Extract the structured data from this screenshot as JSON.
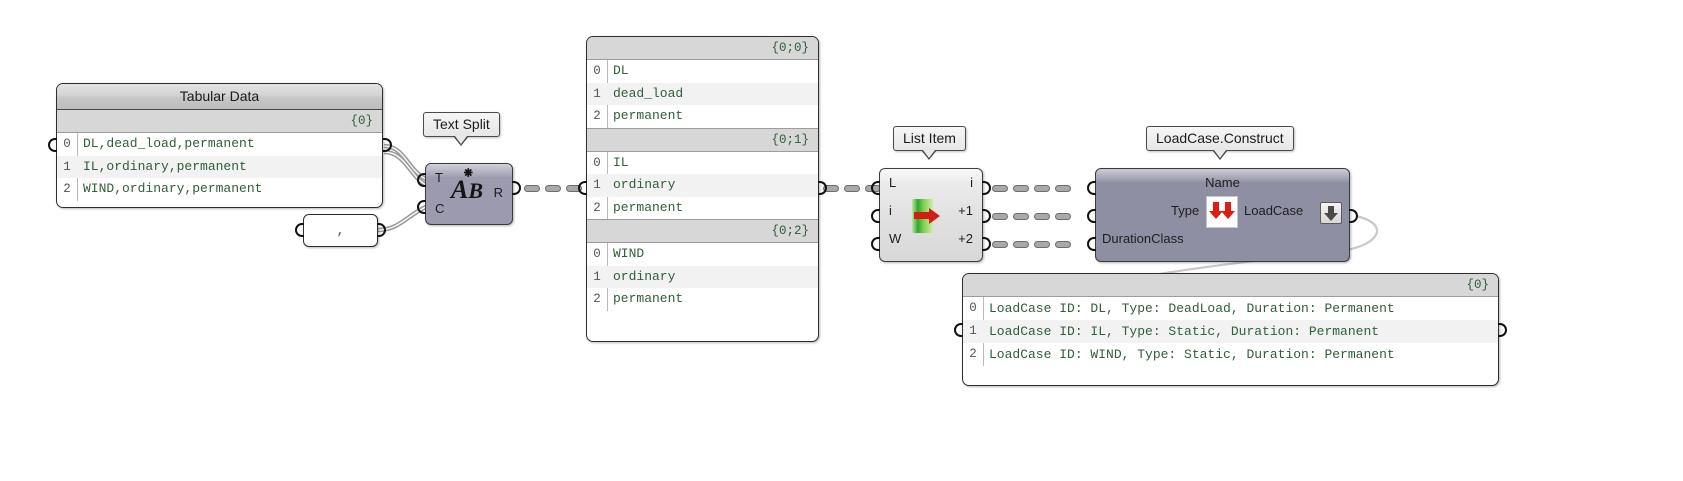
{
  "app": {
    "title": "Grasshopper canvas"
  },
  "nodes": {
    "tabular_data": {
      "title": "Tabular Data",
      "path": "{0}",
      "rows": [
        {
          "index": "0",
          "value": "DL,dead_load,permanent"
        },
        {
          "index": "1",
          "value": "IL,ordinary,permanent"
        },
        {
          "index": "2",
          "value": "WIND,ordinary,permanent"
        }
      ]
    },
    "separator_panel": {
      "value": ","
    },
    "text_split": {
      "label": "Text Split",
      "icon": "ab-text-icon",
      "inputs": [
        {
          "name": "T"
        },
        {
          "name": "C"
        }
      ],
      "outputs": [
        {
          "name": "R"
        }
      ]
    },
    "split_result_panel": {
      "branches": [
        {
          "path": "{0;0}",
          "rows": [
            {
              "index": "0",
              "value": "DL"
            },
            {
              "index": "1",
              "value": "dead_load"
            },
            {
              "index": "2",
              "value": "permanent"
            }
          ]
        },
        {
          "path": "{0;1}",
          "rows": [
            {
              "index": "0",
              "value": "IL"
            },
            {
              "index": "1",
              "value": "ordinary"
            },
            {
              "index": "2",
              "value": "permanent"
            }
          ]
        },
        {
          "path": "{0;2}",
          "rows": [
            {
              "index": "0",
              "value": "WIND"
            },
            {
              "index": "1",
              "value": "ordinary"
            },
            {
              "index": "2",
              "value": "permanent"
            }
          ]
        }
      ]
    },
    "list_item": {
      "label": "List Item",
      "icon": "list-item-icon",
      "inputs": [
        {
          "name": "L"
        },
        {
          "name": "i"
        },
        {
          "name": "W"
        }
      ],
      "outputs": [
        {
          "name": "i"
        },
        {
          "name": "+1"
        },
        {
          "name": "+2"
        }
      ]
    },
    "loadcase_construct": {
      "label": "LoadCase.Construct",
      "icon": "red-down-arrows-icon",
      "inputs": [
        {
          "name": "Name"
        },
        {
          "name": "Type"
        },
        {
          "name": "DurationClass"
        }
      ],
      "outputs": [
        {
          "name": "LoadCase"
        }
      ],
      "flatten_button": "flatten-icon"
    },
    "output_panel": {
      "path": "{0}",
      "rows": [
        {
          "index": "0",
          "value": "LoadCase ID: DL, Type: DeadLoad, Duration: Permanent"
        },
        {
          "index": "1",
          "value": "LoadCase ID: IL, Type: Static, Duration: Permanent"
        },
        {
          "index": "2",
          "value": "LoadCase ID: WIND, Type: Static, Duration: Permanent"
        }
      ]
    }
  },
  "colors": {
    "panel_text": "#2f5e38",
    "component_violet": "#9b9aae",
    "component_gray": "#e2e2e2",
    "wire": "#8e8e8e",
    "accent_red": "#d41b16",
    "accent_green": "#2fa82f"
  }
}
